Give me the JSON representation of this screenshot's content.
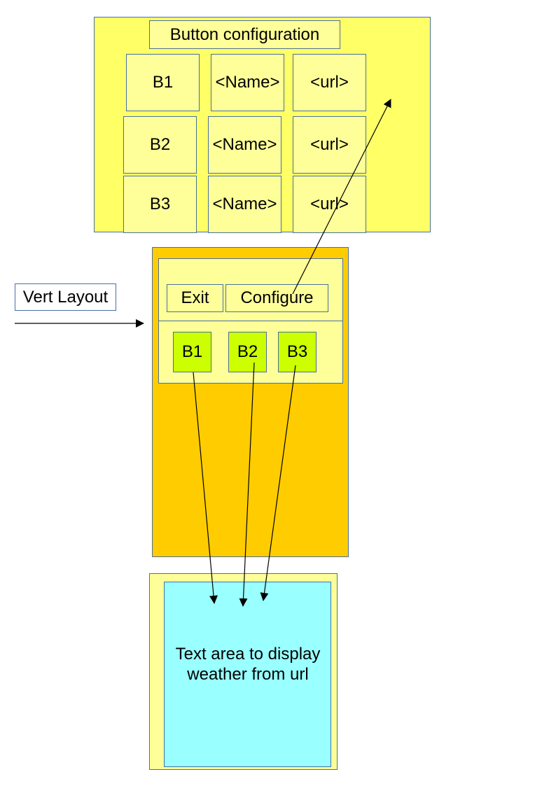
{
  "config_panel": {
    "title": "Button configuration",
    "rows": [
      {
        "button": "B1",
        "name": "<Name>",
        "url": "<url>"
      },
      {
        "button": "B2",
        "name": "<Name>",
        "url": "<url>"
      },
      {
        "button": "B3",
        "name": "<Name>",
        "url": "<url>"
      }
    ]
  },
  "main_window": {
    "exit_label": "Exit",
    "configure_label": "Configure",
    "buttons": [
      "B1",
      "B2",
      "B3"
    ]
  },
  "vert_layout_label": "Vert Layout",
  "text_area_label": "Text area to display weather from url",
  "colors": {
    "panel_yellow": "#ffff66",
    "cell_yellow": "#ffff99",
    "window_orange": "#ffcc00",
    "button_green": "#ccff00",
    "text_area_cyan": "#99ffff",
    "border_blue": "#4a6fa0"
  }
}
